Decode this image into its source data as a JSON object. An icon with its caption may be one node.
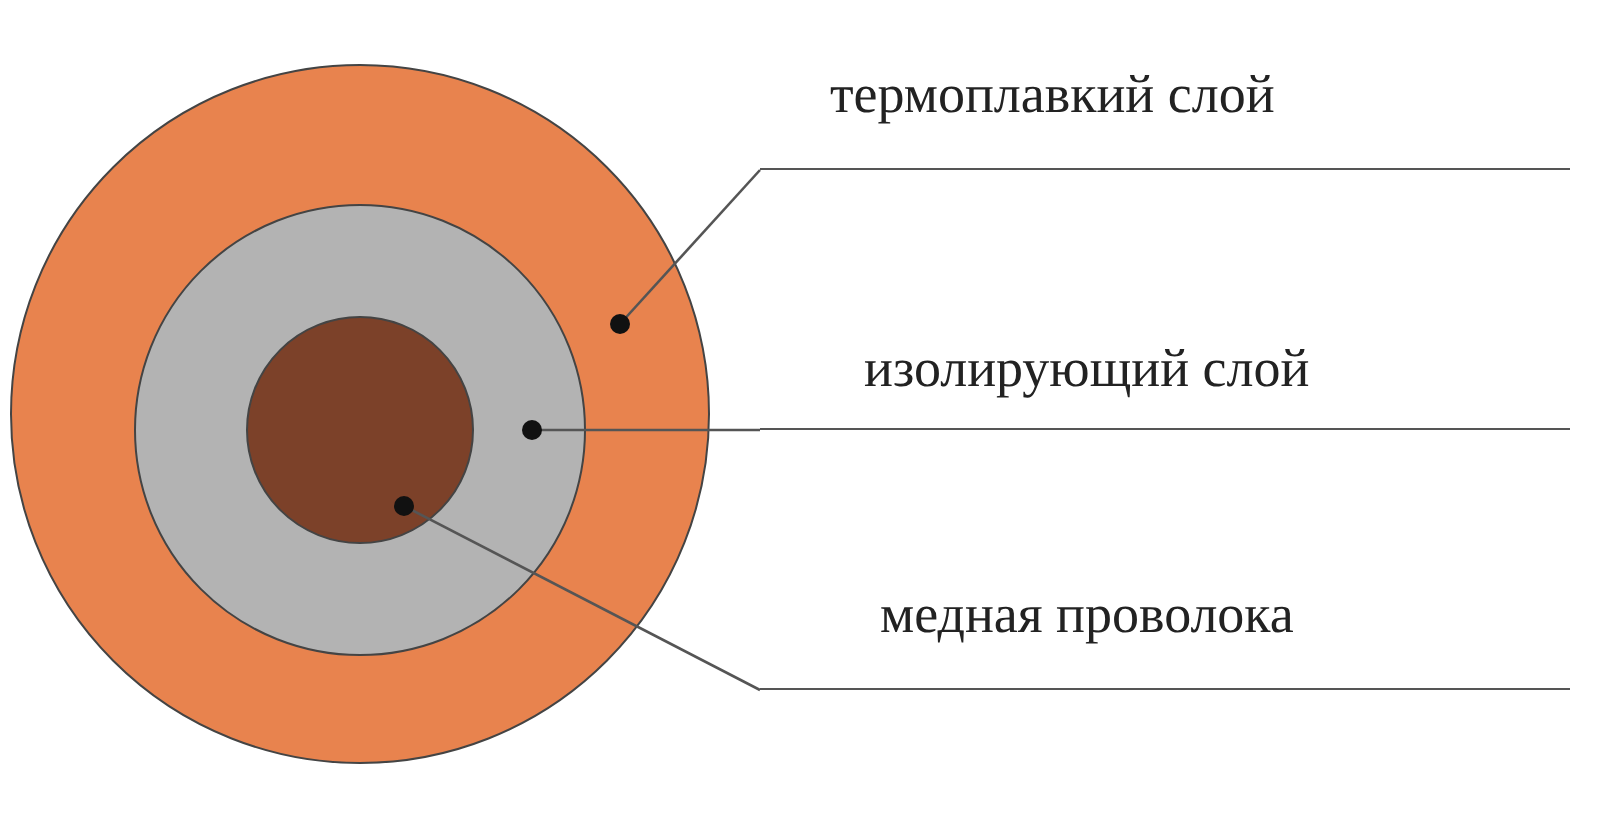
{
  "diagram": {
    "nodes": [
      {
        "text": [],
        "shape": "circle"
      },
      {
        "text": [],
        "shape": "circle",
        "in": 0
      },
      {
        "text": [],
        "shape": "circle",
        "in": 1
      },
      {
        "text": [
          "термоплавкий слой"
        ]
      },
      {
        "text": [
          "изолирующий слой"
        ]
      },
      {
        "text": [
          "медная проволока"
        ]
      }
    ],
    "edges": [
      {
        "from": 3,
        "to": 0,
        "arrow": "other"
      },
      {
        "from": 4,
        "to": 1,
        "arrow": "other"
      },
      {
        "from": 5,
        "to": 2,
        "arrow": "other"
      }
    ]
  }
}
